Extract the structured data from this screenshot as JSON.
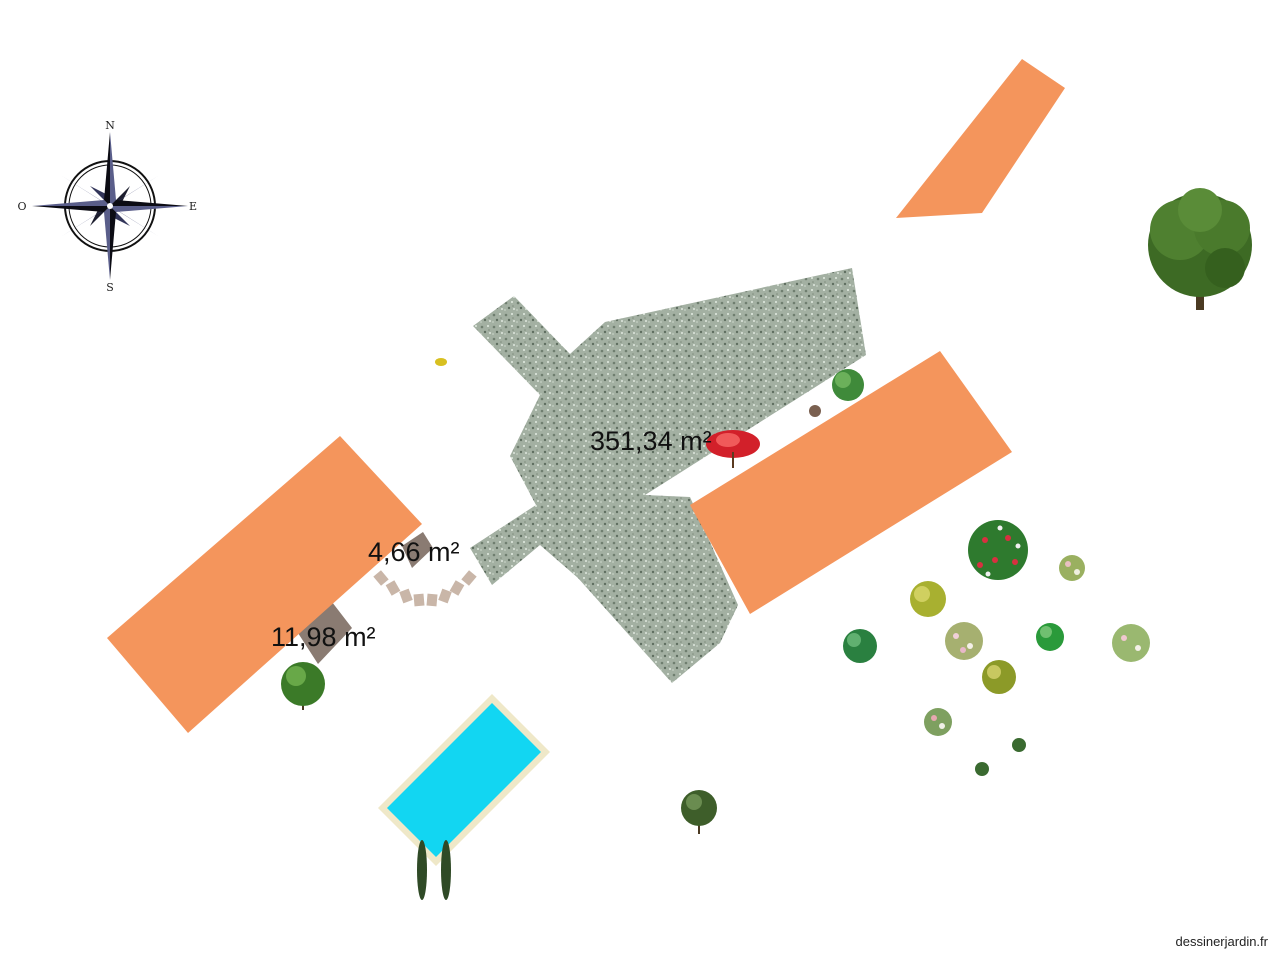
{
  "compass": {
    "north": "N",
    "south": "S",
    "east": "E",
    "west": "O"
  },
  "areas": {
    "gravel_area": "351,34 m²",
    "terrace_small": "4,66 m²",
    "terrace_large": "11,98 m²"
  },
  "colors": {
    "building": "#f4955c",
    "pool_water": "#12d6f2",
    "pool_rim": "#efe8c8",
    "gravel": "#9fac9e",
    "terrace": "#8a7b72"
  },
  "watermark": "dessinerjardin.fr"
}
